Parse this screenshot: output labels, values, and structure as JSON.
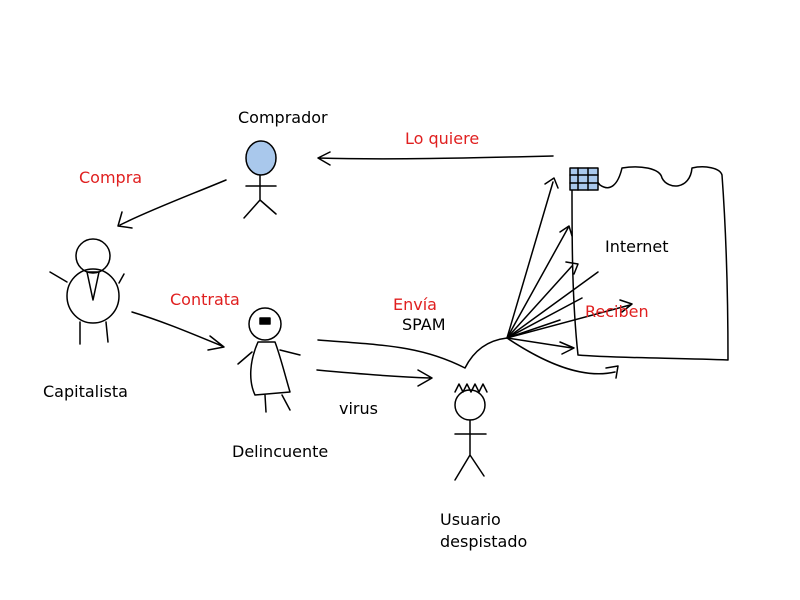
{
  "colors": {
    "label": "#000000",
    "action": "#e02020",
    "head_fill": "#a9c8ec"
  },
  "nodes": {
    "comprador": "Comprador",
    "capitalista": "Capitalista",
    "delincuente": "Delincuente",
    "usuario_line1": "Usuario",
    "usuario_line2": "despistado",
    "internet": "Internet"
  },
  "edges": {
    "lo_quiere": "Lo quiere",
    "compra": "Compra",
    "contrata": "Contrata",
    "envia": "Envía",
    "spam": "SPAM",
    "virus": "virus",
    "reciben": "Reciben"
  }
}
